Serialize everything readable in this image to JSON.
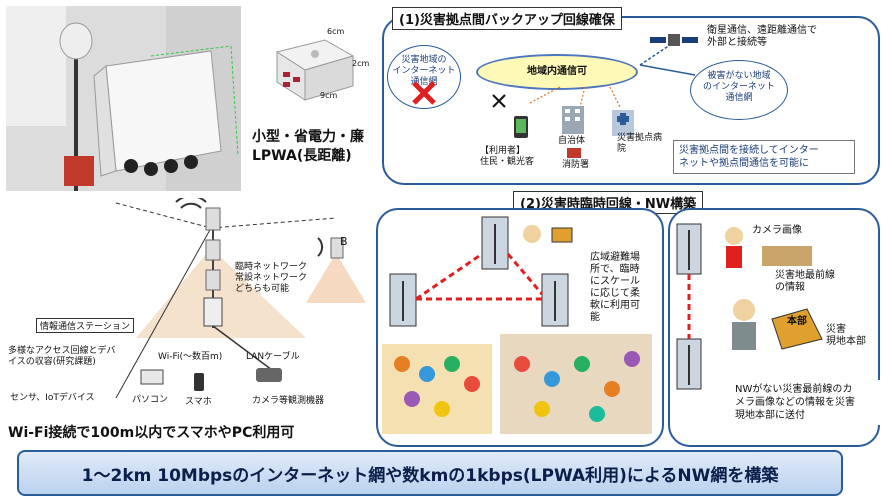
{
  "top_left": {
    "device_caption_line1": "小型・省電力・廉",
    "device_caption_line2": "LPWA(長距離)",
    "dim_6cm": "6cm",
    "dim_2cm": "2cm",
    "dim_9cm": "9cm"
  },
  "section1": {
    "title": "(1)災害拠点間バックアップ回線確保",
    "disaster_cloud": "災害地域の\nインターネット\n通信網",
    "area_comm": "地域内通信可",
    "satellite_text": "衛星通信、遠距離通信で\n外部と接続等",
    "safe_cloud": "被害がない地域\nのインターネット\n通信網",
    "users": "【利用者】\n住民・観光客",
    "municipality": "自治体",
    "fire_station": "消防署",
    "hospital": "災害拠点病\n院",
    "note": "災害拠点間を接続してインター\nネットや拠点間通信を可能に"
  },
  "section2": {
    "title": "(2)災害時臨時回線・NW構築",
    "evac_note": "広域避難場\n所で、臨時\nにスケール\nに応じて柔\n軟に利用可\n能",
    "camera_image": "カメラ画像",
    "front_info": "災害地最前線\nの情報",
    "hq": "災害\n現地本部",
    "hq_sign": "本部",
    "bottom_note": "NWがない災害最前線のカ\nメラ画像などの情報を災害\n現地本部に送付"
  },
  "bottom_left": {
    "point_b": "B",
    "temp_network": "臨時ネットワーク\n常設ネットワーク\nどちらも可能",
    "info_station": "情報通信ステーション",
    "access_lines": "多様なアクセス回線とデバ\nイスの収容(研究課題)",
    "wifi_range": "Wi-Fi(～数百m)",
    "lan_cable": "LANケーブル",
    "sensor": "センサ、IoTデバイス",
    "pc": "パソコン",
    "smartphone": "スマホ",
    "camera": "カメラ等観測機器",
    "summary": "Wi-Fi接続で100m以内でスマホやPC利用可"
  },
  "banner": {
    "text": "1～2km 10Mbpsのインターネット網や数kmの1kbps(LPWA利用)によるNW網を構築"
  },
  "colors": {
    "frame_blue": "#2a5c9a",
    "ellipse_yellow": "#fff9b8",
    "cross_red": "#e02020",
    "dashed_red": "#e02020"
  }
}
